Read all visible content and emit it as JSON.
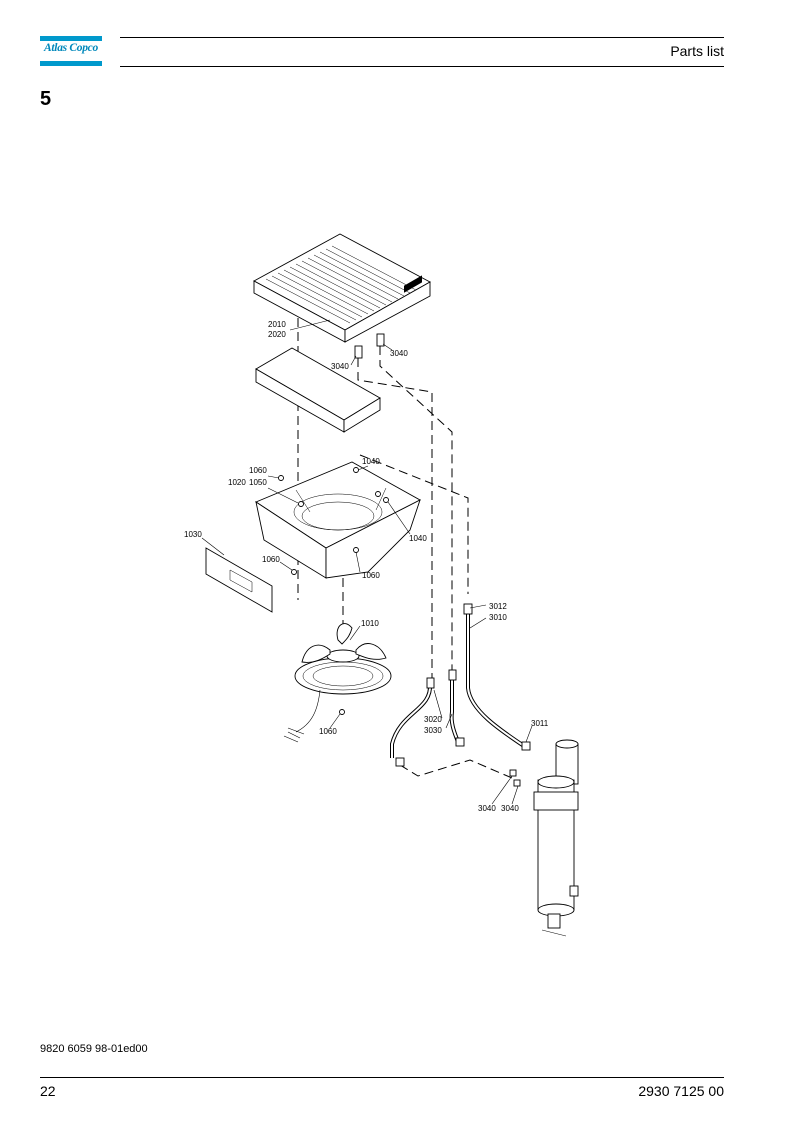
{
  "header": {
    "brand": "Atlas Copco",
    "title": "Parts list"
  },
  "section_number": "5",
  "callouts": {
    "c2010": "2010",
    "c2020": "2020",
    "c3040a": "3040",
    "c3040b": "3040",
    "c1060a": "1060",
    "c1040a": "1040",
    "c1020": "1020",
    "c1050": "1050",
    "c1030": "1030",
    "c1040b": "1040",
    "c1060b": "1060",
    "c1060c": "1060",
    "c3012": "3012",
    "c3010": "3010",
    "c1010": "1010",
    "c3011": "3011",
    "c3020": "3020",
    "c3030": "3030",
    "c1060d": "1060",
    "c3040c": "3040",
    "c3040d": "3040"
  },
  "footer": {
    "doc_code": "9820 6059 98-01ed00",
    "page_number": "22",
    "document_number": "2930 7125 00"
  }
}
